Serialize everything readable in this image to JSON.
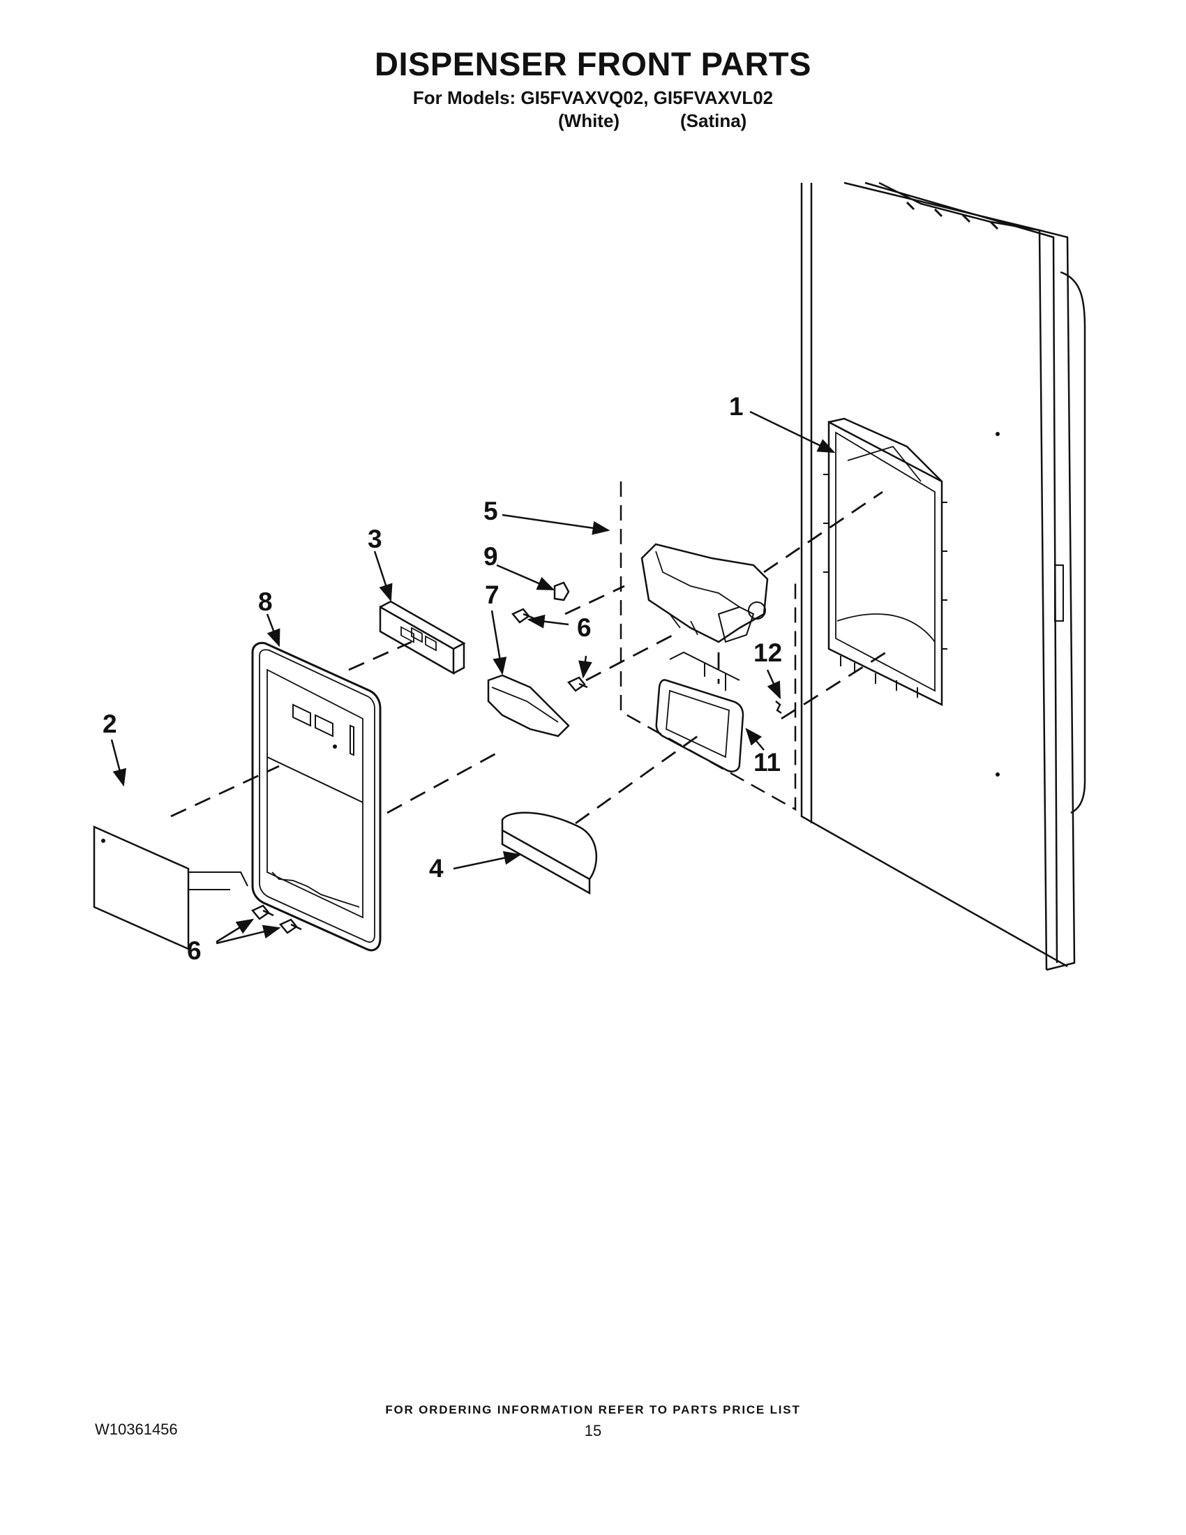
{
  "header": {
    "title": "DISPENSER FRONT PARTS",
    "models_line": "For Models: GI5FVAXVQ02, GI5FVAXVL02",
    "variant_white": "(White)",
    "variant_satina": "(Satina)"
  },
  "callouts": {
    "c1": "1",
    "c2": "2",
    "c3": "3",
    "c4": "4",
    "c5": "5",
    "c6a": "6",
    "c6b": "6",
    "c7": "7",
    "c8": "8",
    "c9": "9",
    "c11": "11",
    "c12": "12"
  },
  "footer": {
    "note": "FOR ORDERING INFORMATION REFER TO PARTS PRICE LIST",
    "doc_number": "W10361456",
    "page_number": "15"
  }
}
